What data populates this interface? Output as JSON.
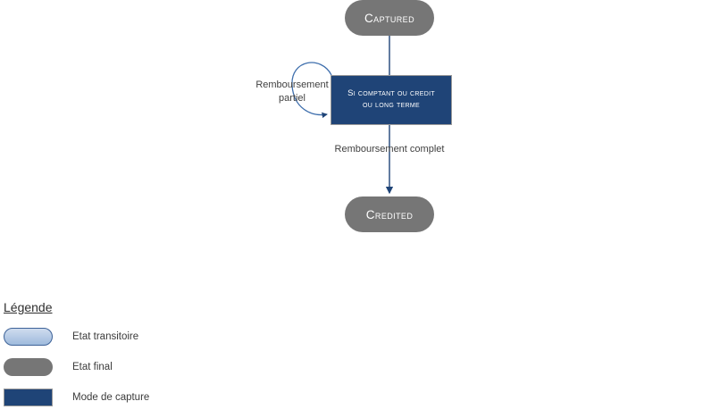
{
  "diagram": {
    "nodes": [
      {
        "id": "captured",
        "label": "Captured",
        "type": "final-state"
      },
      {
        "id": "capture-mode",
        "label": "Si comptant ou credit\nou long terme",
        "type": "capture-mode"
      },
      {
        "id": "credited",
        "label": "Credited",
        "type": "final-state"
      }
    ],
    "edges": [
      {
        "id": "captured-to-mode",
        "label": "",
        "from": "captured",
        "to": "capture-mode"
      },
      {
        "id": "partial-refund-loop",
        "label": "Remboursement\npartiel",
        "from": "capture-mode",
        "to": "capture-mode"
      },
      {
        "id": "mode-to-credited",
        "label": "Remboursement complet",
        "from": "capture-mode",
        "to": "credited"
      }
    ]
  },
  "legend": {
    "title": "Légende",
    "items": [
      {
        "label": "Etat transitoire",
        "swatch": "transient-state-pill"
      },
      {
        "label": "Etat final",
        "swatch": "final-state-pill"
      },
      {
        "label": "Mode de capture",
        "swatch": "capture-mode-rectangle"
      }
    ]
  },
  "colors": {
    "final_state_fill": "#767676",
    "capture_mode_fill": "#1f4477",
    "connector": "#1f4477",
    "transient_state_fill": "#b7cbe6",
    "transient_state_border": "#3d6298",
    "text_dark": "#3b3b3b"
  }
}
